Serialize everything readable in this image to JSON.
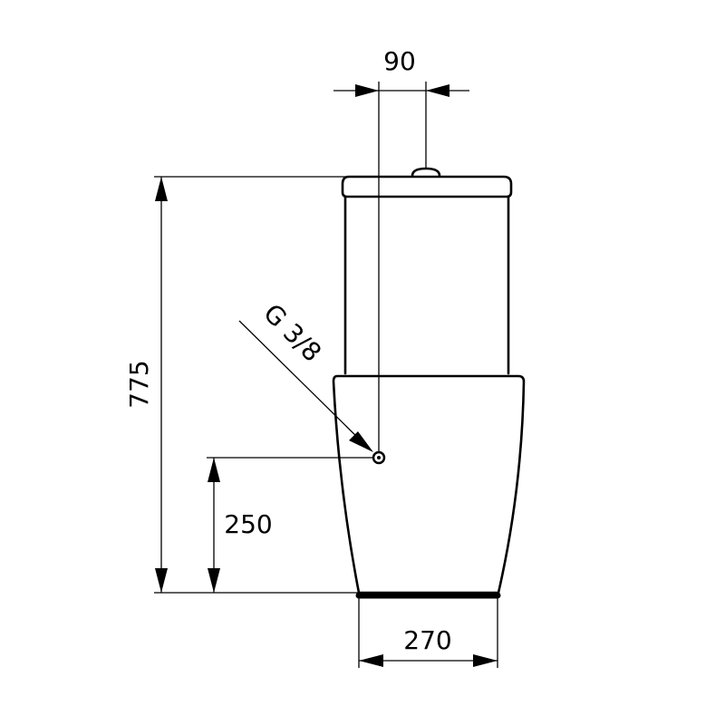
{
  "dimensions": {
    "overall_height": "775",
    "inlet_height": "250",
    "base_width": "270",
    "button_offset": "90"
  },
  "annotations": {
    "inlet_thread": "G 3/8"
  },
  "colors": {
    "line": "#000000",
    "background": "#ffffff"
  }
}
